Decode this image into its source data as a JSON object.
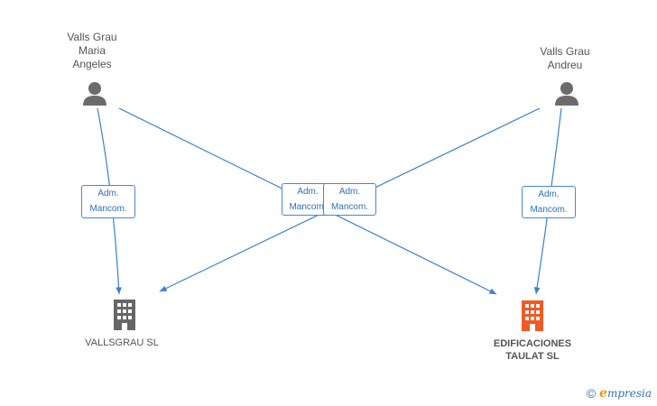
{
  "persons": [
    {
      "id": "p1",
      "label": "Valls Grau\nMaria\nAngeles"
    },
    {
      "id": "p2",
      "label": "Valls Grau\nAndreu"
    }
  ],
  "companies": [
    {
      "id": "c1",
      "label": "VALLSGRAU SL",
      "color": "#666666"
    },
    {
      "id": "c2",
      "label": "EDIFICACIONES\nTAULAT SL",
      "color": "#f15a24"
    }
  ],
  "edges": [
    {
      "from": "p1",
      "to": "c1",
      "label": "Adm.\nMancom."
    },
    {
      "from": "p1",
      "to": "c2",
      "label": "Adm.\nMancom."
    },
    {
      "from": "p2",
      "to": "c1",
      "label": "Adm.\nMancom."
    },
    {
      "from": "p2",
      "to": "c2",
      "label": "Adm.\nMancom."
    }
  ],
  "colors": {
    "edge": "#3a7fd5",
    "person": "#6b6b6b"
  },
  "footer": {
    "symbol": "©",
    "brand_initial": "e",
    "brand_rest": "mpresia"
  }
}
